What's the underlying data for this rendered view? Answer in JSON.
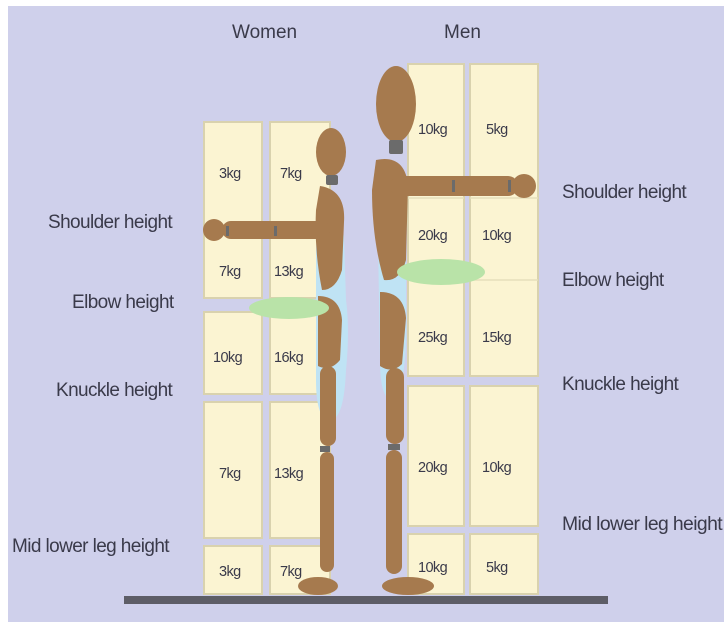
{
  "headers": {
    "women": "Women",
    "men": "Men"
  },
  "left_labels": {
    "shoulder": "Shoulder height",
    "elbow": "Elbow height",
    "knuckle": "Knuckle height",
    "mid_lower_leg": "Mid lower leg height"
  },
  "right_labels": {
    "shoulder": "Shoulder height",
    "elbow": "Elbow height",
    "knuckle": "Knuckle height",
    "mid_lower_leg": "Mid lower leg height"
  },
  "women": {
    "shoulder_to_top": {
      "left": "3kg",
      "right": "7kg"
    },
    "elbow_to_shoulder": {
      "left": "7kg",
      "right": "13kg"
    },
    "knuckle_to_elbow": {
      "left": "10kg",
      "right": "16kg"
    },
    "leg_to_knuckle": {
      "left": "7kg",
      "right": "13kg"
    },
    "floor_to_leg": {
      "left": "3kg",
      "right": "7kg"
    }
  },
  "men": {
    "shoulder_to_top": {
      "left": "10kg",
      "right": "5kg"
    },
    "elbow_to_shoulder": {
      "left": "20kg",
      "right": "10kg"
    },
    "knuckle_to_elbow": {
      "left": "25kg",
      "right": "15kg"
    },
    "leg_to_knuckle": {
      "left": "20kg",
      "right": "10kg"
    },
    "floor_to_leg": {
      "left": "10kg",
      "right": "5kg"
    }
  },
  "colors": {
    "background": "#cfd0eb",
    "box_fill": "#fbf4d2",
    "box_stroke": "#d9d2ae",
    "figure": "#a67a4e",
    "figure_dark": "#7d5634",
    "joint": "#6b6b6b",
    "reach_zone": "#bfe3f4",
    "elbow_zone": "#b9e3a8",
    "floor": "#5d5d66"
  }
}
